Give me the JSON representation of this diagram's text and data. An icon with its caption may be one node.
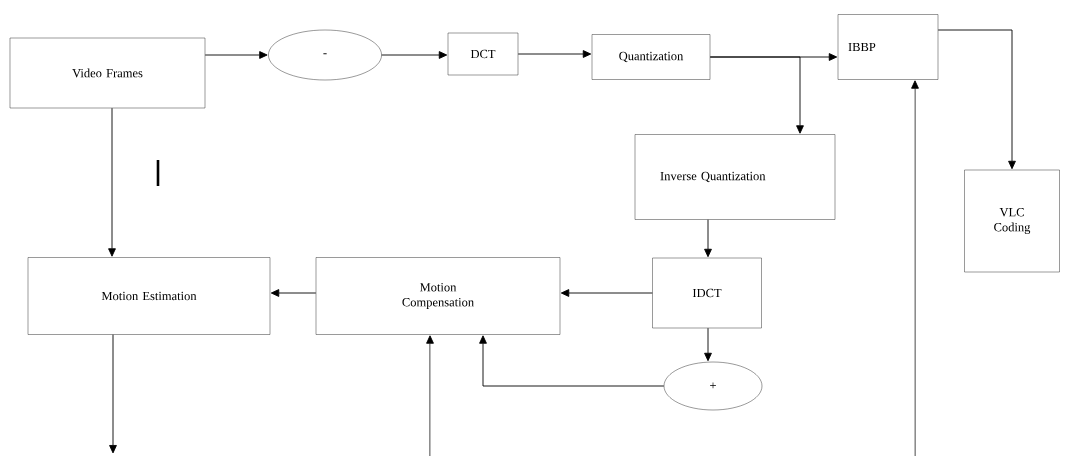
{
  "diagram": {
    "nodes": [
      {
        "text": [
          "Video Frames"
        ]
      },
      {
        "text": [
          "-"
        ]
      },
      {
        "text": [
          "DCT"
        ]
      },
      {
        "text": [
          "Quantization"
        ]
      },
      {
        "text": [
          "IBBP"
        ]
      },
      {
        "text": [
          "Inverse Quantization"
        ]
      },
      {
        "text": [
          "VLC Coding"
        ]
      },
      {
        "text": [
          "Motion Estimation"
        ]
      },
      {
        "text": [
          "Motion Compensation"
        ]
      },
      {
        "text": [
          "IDCT"
        ]
      },
      {
        "text": [
          "+"
        ]
      }
    ],
    "edges": [
      {
        "from": 0,
        "to": 1,
        "arrow": "to"
      },
      {
        "from": 1,
        "to": 2,
        "arrow": "to"
      },
      {
        "from": 2,
        "to": 3,
        "arrow": "to"
      },
      {
        "from": 3,
        "to": 4,
        "arrow": "to"
      },
      {
        "from": 3,
        "to": 5,
        "arrow": "to"
      },
      {
        "from": 4,
        "to": 6,
        "arrow": "to"
      },
      {
        "from": 5,
        "to": 9,
        "arrow": "to"
      },
      {
        "from": 9,
        "to": 8,
        "arrow": "to"
      },
      {
        "from": 8,
        "to": 7,
        "arrow": "to"
      },
      {
        "from": 0,
        "to": 7,
        "arrow": "to"
      },
      {
        "from": 9,
        "to": 10,
        "arrow": "to"
      },
      {
        "from": 10,
        "to": 8,
        "arrow": "to"
      },
      {
        "from": 7,
        "to": null,
        "arrow": "to"
      },
      {
        "from": null,
        "to": 8,
        "arrow": "to"
      },
      {
        "from": null,
        "to": 4,
        "arrow": "to"
      }
    ]
  }
}
